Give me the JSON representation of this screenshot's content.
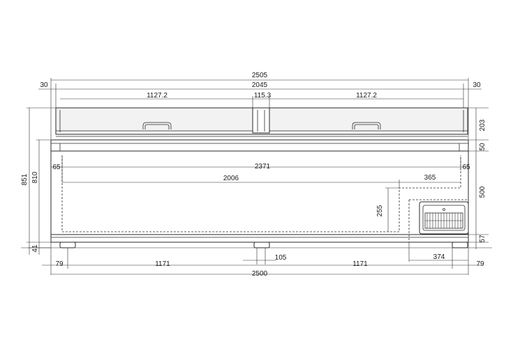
{
  "dimensions": {
    "top_overall": "2505",
    "top_side_left": "30",
    "top_inner": "2045",
    "top_side_right": "30",
    "lid_left": "1127.2",
    "lid_center": "115.3",
    "lid_right": "1127.2",
    "height_total": "851",
    "height_body": "810",
    "height_lid": "203",
    "height_rim": "50",
    "height_cabinet": "500",
    "height_base": "57",
    "height_feet": "41",
    "inset_left": "65",
    "inset_right": "65",
    "interior_width": "2371",
    "well_width": "2006",
    "machine_width": "365",
    "well_depth": "255",
    "bottom_left": "79",
    "bottom_span_left": "1171",
    "bottom_center": "105",
    "bottom_span_right": "1171",
    "grille_width": "374",
    "bottom_right": "79",
    "bottom_overall": "2500"
  }
}
